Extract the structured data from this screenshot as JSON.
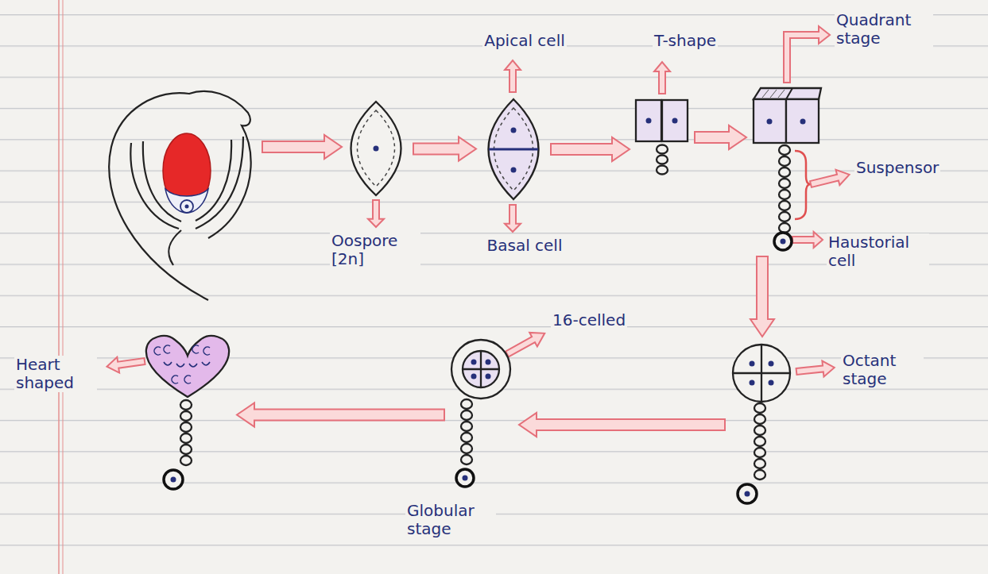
{
  "diagram": {
    "nodes": [
      {
        "text": [
          "Oospore [2n]"
        ]
      },
      {
        "text": [
          "Apical cell",
          "Basal cell"
        ]
      },
      {
        "text": [
          "T-shape"
        ]
      },
      {
        "text": [
          "Quadrant stage",
          "Suspensor",
          "Haustorial cell"
        ]
      },
      {
        "text": [
          "Octant stage"
        ]
      },
      {
        "text": [
          "16-celled",
          "Globular stage"
        ]
      },
      {
        "text": [
          "Heart shaped"
        ]
      }
    ],
    "edges": [
      {
        "from": 0,
        "to": 1,
        "arrow": "to"
      },
      {
        "from": 1,
        "to": 2,
        "arrow": "to"
      },
      {
        "from": 2,
        "to": 3,
        "arrow": "to"
      },
      {
        "from": 3,
        "to": 4,
        "arrow": "to"
      },
      {
        "from": 4,
        "to": 5,
        "arrow": "to"
      },
      {
        "from": 5,
        "to": 6,
        "arrow": "to"
      }
    ]
  }
}
